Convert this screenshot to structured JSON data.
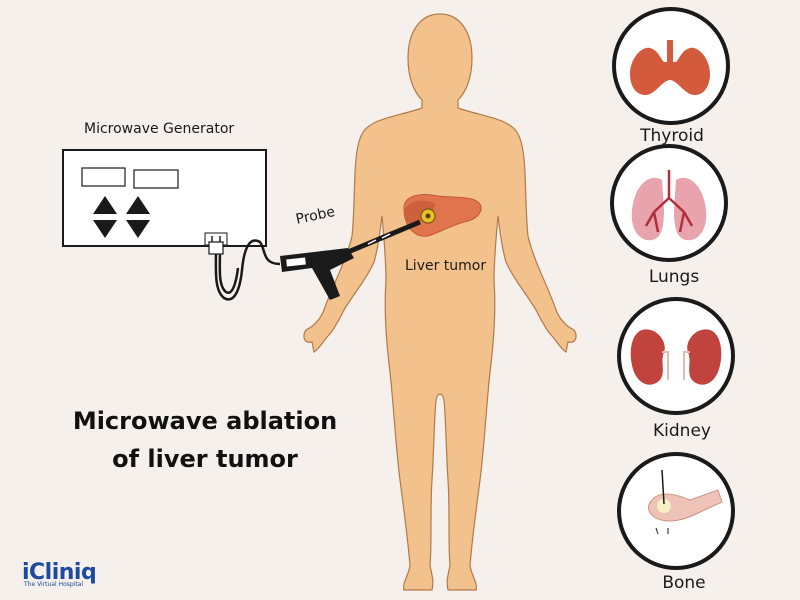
{
  "title": {
    "line1": "Microwave ablation",
    "line2": "of liver tumor"
  },
  "labels": {
    "generator": "Microwave Generator",
    "probe": "Probe",
    "tumor": "Liver tumor"
  },
  "organs": [
    {
      "name": "Thyroid",
      "icon": "thyroid-icon",
      "color": "#d45a3c"
    },
    {
      "name": "Lungs",
      "icon": "lungs-icon",
      "color": "#e9a3ad"
    },
    {
      "name": "Kidney",
      "icon": "kidney-icon",
      "color": "#c0433e"
    },
    {
      "name": "Bone",
      "icon": "bone-icon",
      "color": "#efc2b8"
    }
  ],
  "logo": {
    "name": "iCliniq",
    "tagline": "The Virtual Hospital"
  },
  "colors": {
    "background": "#f5f0eb",
    "skin": "#f3c28c",
    "skin_outline": "#b07a4a",
    "liver": "#e0744d",
    "probe": "#1a1a1a",
    "brand": "#1c4aa0"
  }
}
